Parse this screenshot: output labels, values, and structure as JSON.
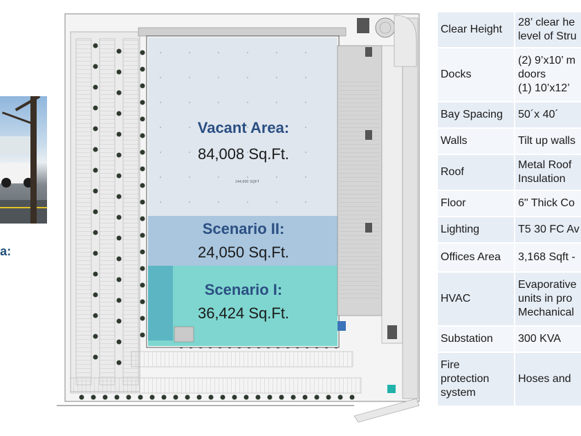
{
  "left_panel": {
    "caption_fragment": "a:"
  },
  "site_plan": {
    "areas": [
      {
        "name": "Vacant Area:",
        "value": "84,008 Sq.Ft.",
        "color": "#dfe6ee"
      },
      {
        "name": "Scenario II:",
        "value": "24,050 Sq.Ft.",
        "color": "#a9c6de"
      },
      {
        "name": "Scenario I:",
        "value": "36,424 Sq.Ft.",
        "color": "#7fd6d0"
      }
    ],
    "building_tag": "144,000 SQFT",
    "colors": {
      "label": "#2b4f82",
      "turquoise": "#20b2aa"
    }
  },
  "specs": {
    "rows": [
      {
        "label": "Clear Height",
        "value": [
          "28’ clear he",
          "level of Stru"
        ]
      },
      {
        "label": "Docks",
        "value": [
          "(2) 9’x10’ m",
          "doors",
          "(1) 10’x12’"
        ]
      },
      {
        "label": "Bay Spacing",
        "value": [
          "50´x 40´"
        ]
      },
      {
        "label": "Walls",
        "value": [
          "Tilt up walls"
        ]
      },
      {
        "label": "Roof",
        "value": [
          "Metal Roof",
          "Insulation"
        ]
      },
      {
        "label": "Floor",
        "value": [
          "6\" Thick Co"
        ]
      },
      {
        "label": "Lighting",
        "value": [
          "T5 30 FC Av"
        ]
      },
      {
        "label": "Offices Area",
        "value": [
          "3,168 Sqft -"
        ]
      },
      {
        "label": "HVAC",
        "value": [
          "Evaporative",
          "units in pro",
          "Mechanical"
        ]
      },
      {
        "label": "Substation",
        "value": [
          "300 KVA"
        ]
      },
      {
        "label": "Fire protection system",
        "label_lines": [
          "Fire",
          "protection",
          "system"
        ],
        "value": [
          "Hoses and"
        ]
      }
    ]
  }
}
